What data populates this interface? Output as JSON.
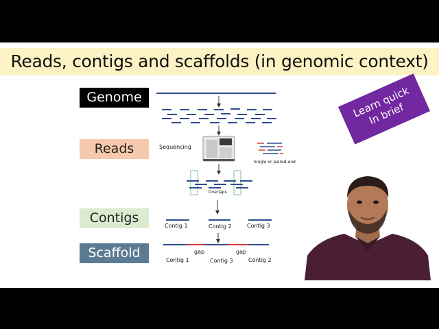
{
  "title": "Reads, contigs and scaffolds (in genomic context)",
  "labels": {
    "genome": "Genome",
    "reads": "Reads",
    "contigs": "Contigs",
    "scaffold": "Scaffold"
  },
  "badge": {
    "line1": "Learn quick",
    "line2": "In brief"
  },
  "diagram": {
    "sequencing": "Sequencing",
    "single_or_paired": "Single or paired-end",
    "overlaps": "Overlaps",
    "contigs": [
      "Contig 1",
      "Contig 2",
      "Contig 3"
    ],
    "scaffold_contigs": [
      "Contig 1",
      "Contig 3",
      "Contig 2"
    ],
    "gap": "gap"
  },
  "colors": {
    "title_bg": "#fdf2c3",
    "genome_bg": "#000000",
    "reads_bg": "#f7c9ac",
    "contigs_bg": "#d9ecd0",
    "scaffold_bg": "#5c7b93",
    "badge_bg": "#7128a0",
    "line_blue": "#2e4d8f",
    "gap_red": "#d63b3b"
  }
}
